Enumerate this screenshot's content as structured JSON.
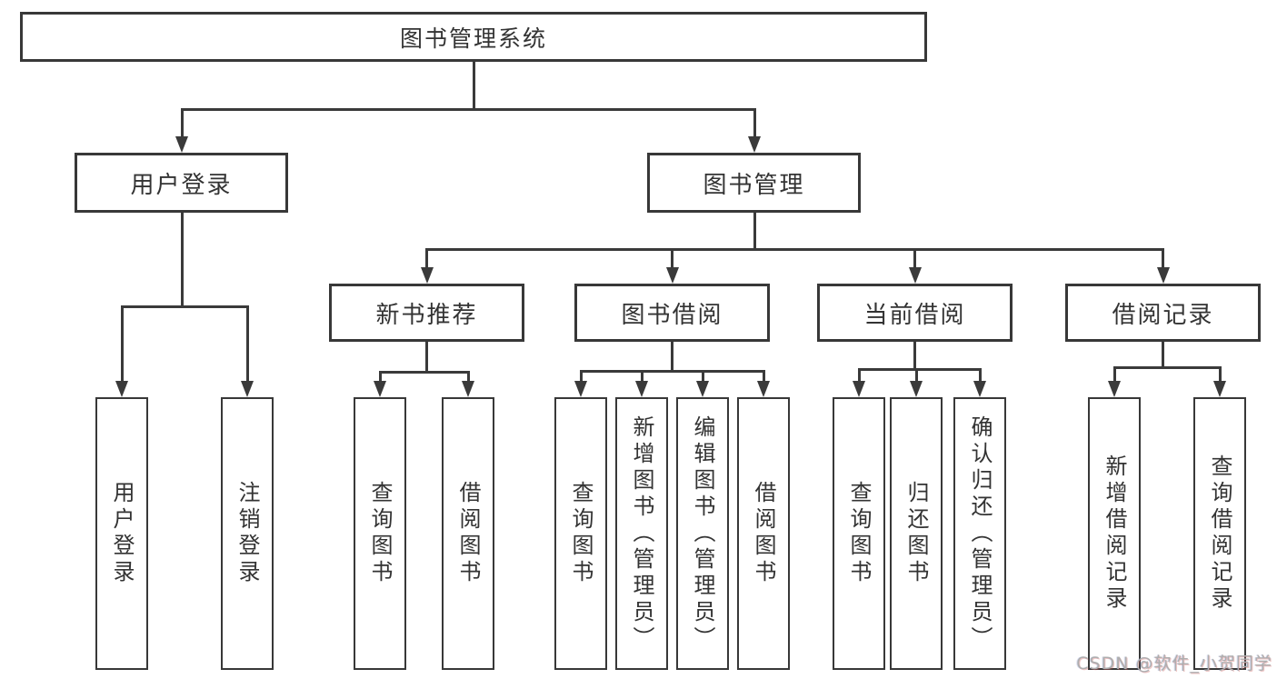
{
  "diagram": {
    "title": "图书管理系统",
    "level2": [
      "用户登录",
      "图书管理"
    ],
    "level3": [
      "新书推荐",
      "图书借阅",
      "当前借阅",
      "借阅记录"
    ],
    "leaves": {
      "user_login": [
        "用户登录",
        "注销登录"
      ],
      "new_book_recommend": [
        "查询图书",
        "借阅图书"
      ],
      "book_borrow": [
        "查询图书",
        "新增图书（管理员）",
        "编辑图书（管理员）",
        "借阅图书"
      ],
      "current_borrow": [
        "查询图书",
        "归还图书",
        "确认归还（管理员）"
      ],
      "borrow_record": [
        "新增借阅记录",
        "查询借阅记录"
      ]
    },
    "colors": {
      "line": "#3a3a3a",
      "box_border": "#383838",
      "text": "#333333",
      "background": "#ffffff",
      "watermark": "#aeaeae"
    }
  },
  "watermark": "CSDN @软件_小贺同学"
}
